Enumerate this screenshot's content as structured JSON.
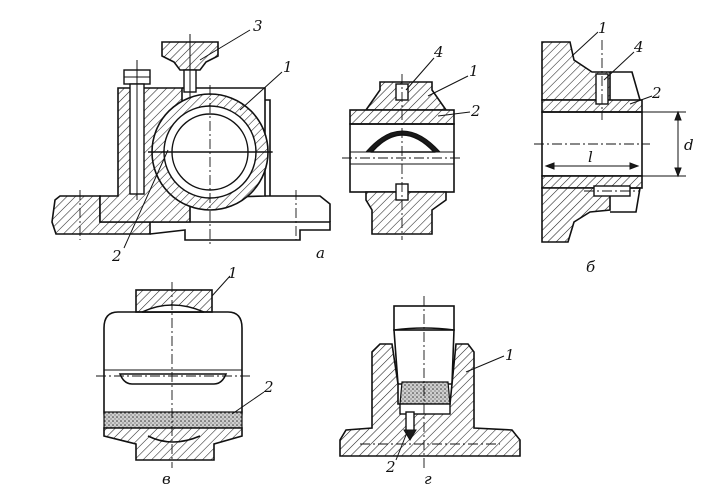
{
  "figure_a": {
    "caption": "а",
    "labels": [
      "3",
      "1",
      "2"
    ]
  },
  "figure_a2": {
    "labels": [
      "4",
      "1",
      "2"
    ]
  },
  "figure_b": {
    "caption": "б",
    "labels": [
      "1",
      "4",
      "2"
    ],
    "dim_length": "l",
    "dim_diameter": "d"
  },
  "figure_v": {
    "caption": "в",
    "labels": [
      "1",
      "2"
    ]
  },
  "figure_g": {
    "caption": "г",
    "labels": [
      "1",
      "2"
    ]
  }
}
